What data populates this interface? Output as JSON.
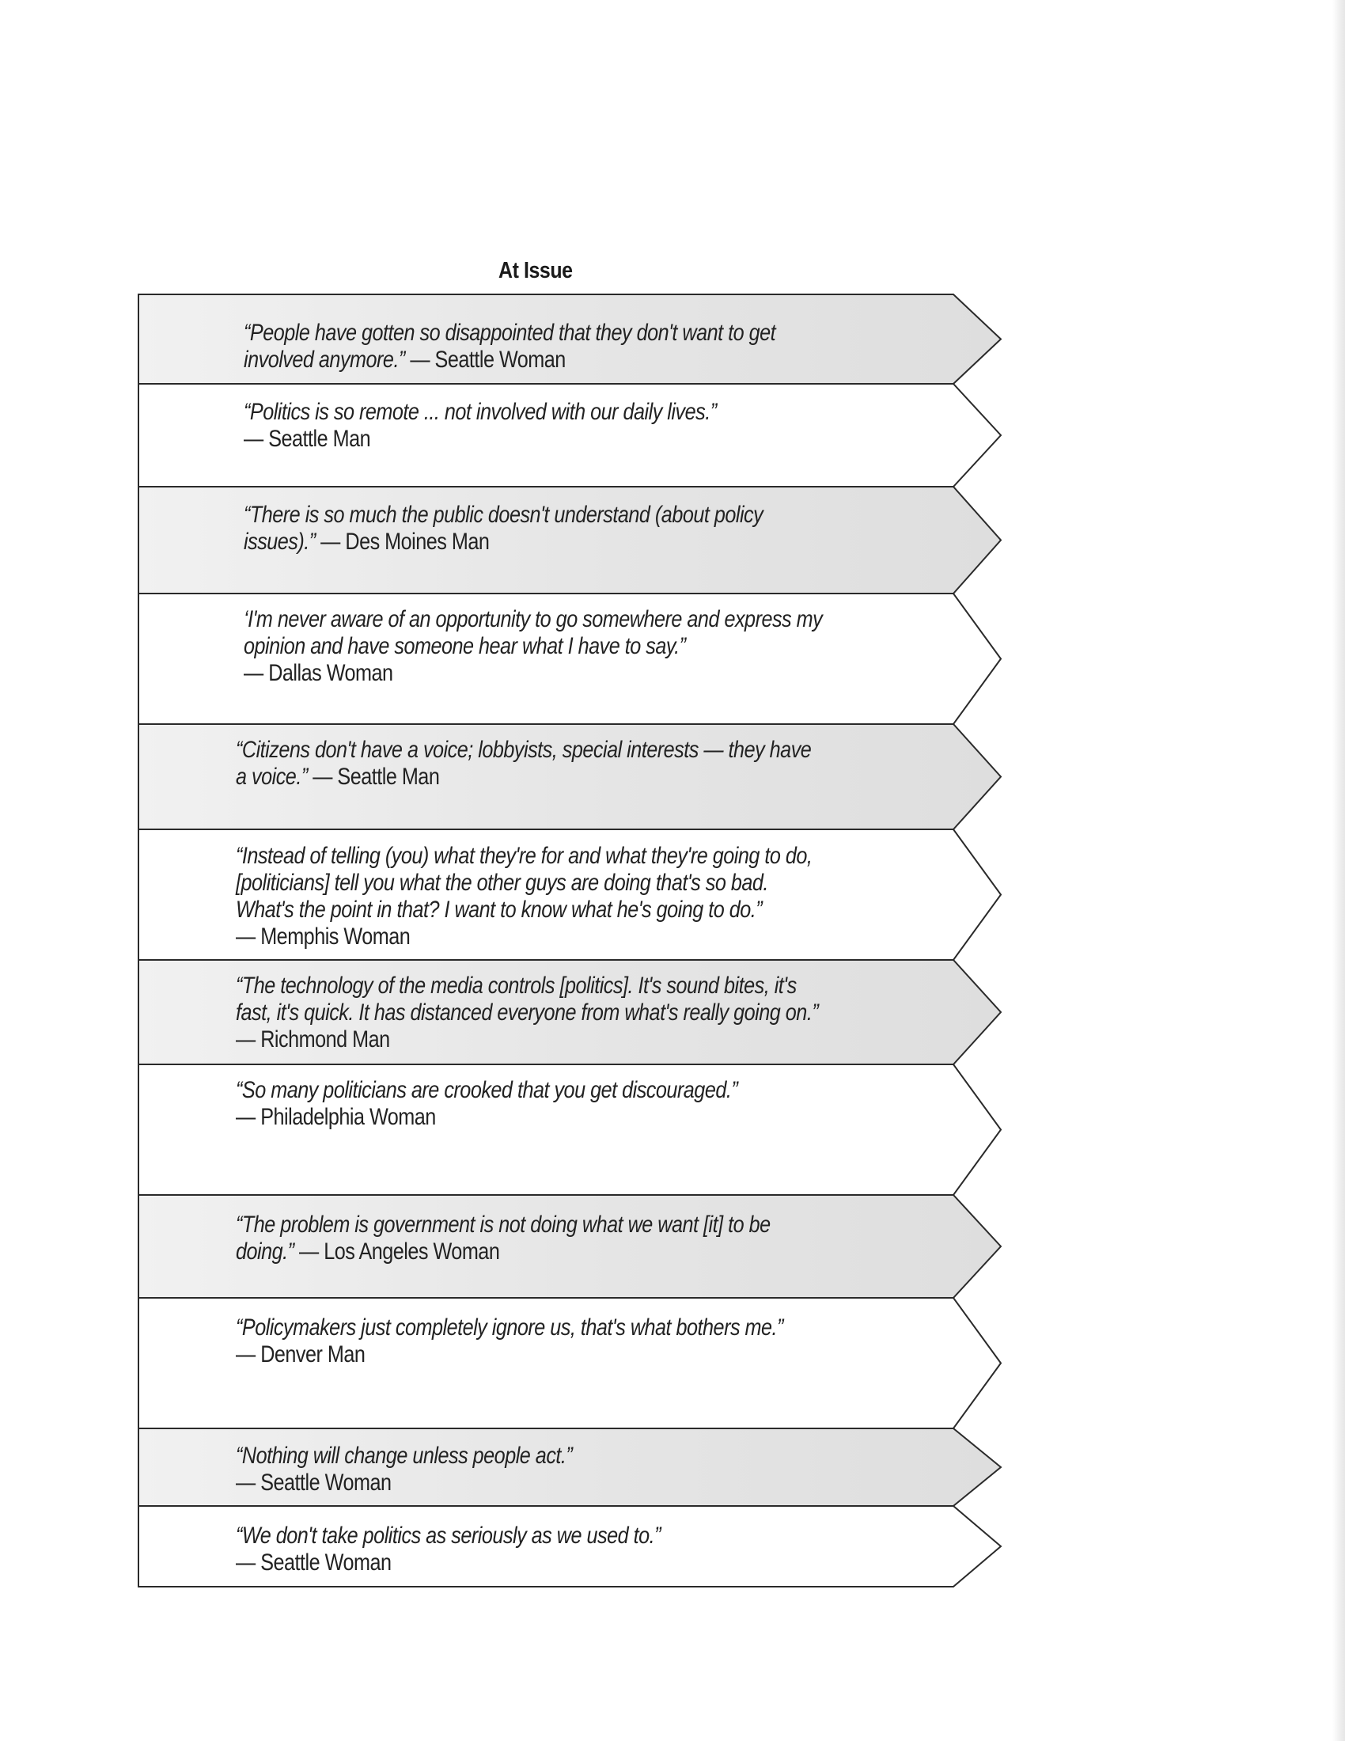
{
  "header": {
    "title": "At Issue"
  },
  "quotes": [
    {
      "lines": [
        "“People have gotten so disappointed that they don't want to get",
        "involved anymore.”"
      ],
      "attribution": "— Seattle Woman",
      "attribution_inline": true,
      "shaded": true
    },
    {
      "lines": [
        "“Politics is so remote ... not involved with our daily lives.”"
      ],
      "attribution": "— Seattle Man",
      "attribution_inline": false,
      "shaded": false
    },
    {
      "lines": [
        "“There is so much the public doesn't understand (about policy",
        "issues).”"
      ],
      "attribution": "— Des Moines Man",
      "attribution_inline": true,
      "shaded": true
    },
    {
      "lines": [
        "‘I'm never aware of an opportunity to go somewhere and express my",
        "opinion and have someone hear what I have to say.”"
      ],
      "attribution": "— Dallas Woman",
      "attribution_inline": false,
      "shaded": false
    },
    {
      "lines": [
        "“Citizens don't have a voice; lobbyists, special interests — they have",
        "a voice.”"
      ],
      "attribution": "— Seattle Man",
      "attribution_inline": true,
      "shaded": true
    },
    {
      "lines": [
        "“Instead of telling (you) what they're for and what they're going to do,",
        "[politicians] tell you what the other guys are doing that's so bad.",
        "What's the point in that?  I want to know what he's going to do.”"
      ],
      "attribution": "— Memphis Woman",
      "attribution_inline": false,
      "shaded": false
    },
    {
      "lines": [
        "“The technology of the media controls [politics].  It's sound bites, it's",
        "fast, it's quick.  It has distanced everyone from what's really going on.”"
      ],
      "attribution": "— Richmond Man",
      "attribution_inline": false,
      "shaded": true
    },
    {
      "lines": [
        "“So many politicians are crooked that you get discouraged.”"
      ],
      "attribution": "— Philadelphia Woman",
      "attribution_inline": false,
      "shaded": false
    },
    {
      "lines": [
        "“The problem is government is not doing what we want [it] to be",
        "doing.”"
      ],
      "attribution": "— Los Angeles Woman",
      "attribution_inline": true,
      "shaded": true
    },
    {
      "lines": [
        "“Policymakers just completely ignore us, that's what bothers me.”"
      ],
      "attribution": "— Denver Man",
      "attribution_inline": false,
      "shaded": false
    },
    {
      "lines": [
        "“Nothing will change unless people act.”"
      ],
      "attribution": "— Seattle Woman",
      "attribution_inline": false,
      "shaded": true
    },
    {
      "lines": [
        "“We don't take politics as seriously as we used to.”"
      ],
      "attribution": "— Seattle Woman",
      "attribution_inline": false,
      "shaded": false
    }
  ]
}
